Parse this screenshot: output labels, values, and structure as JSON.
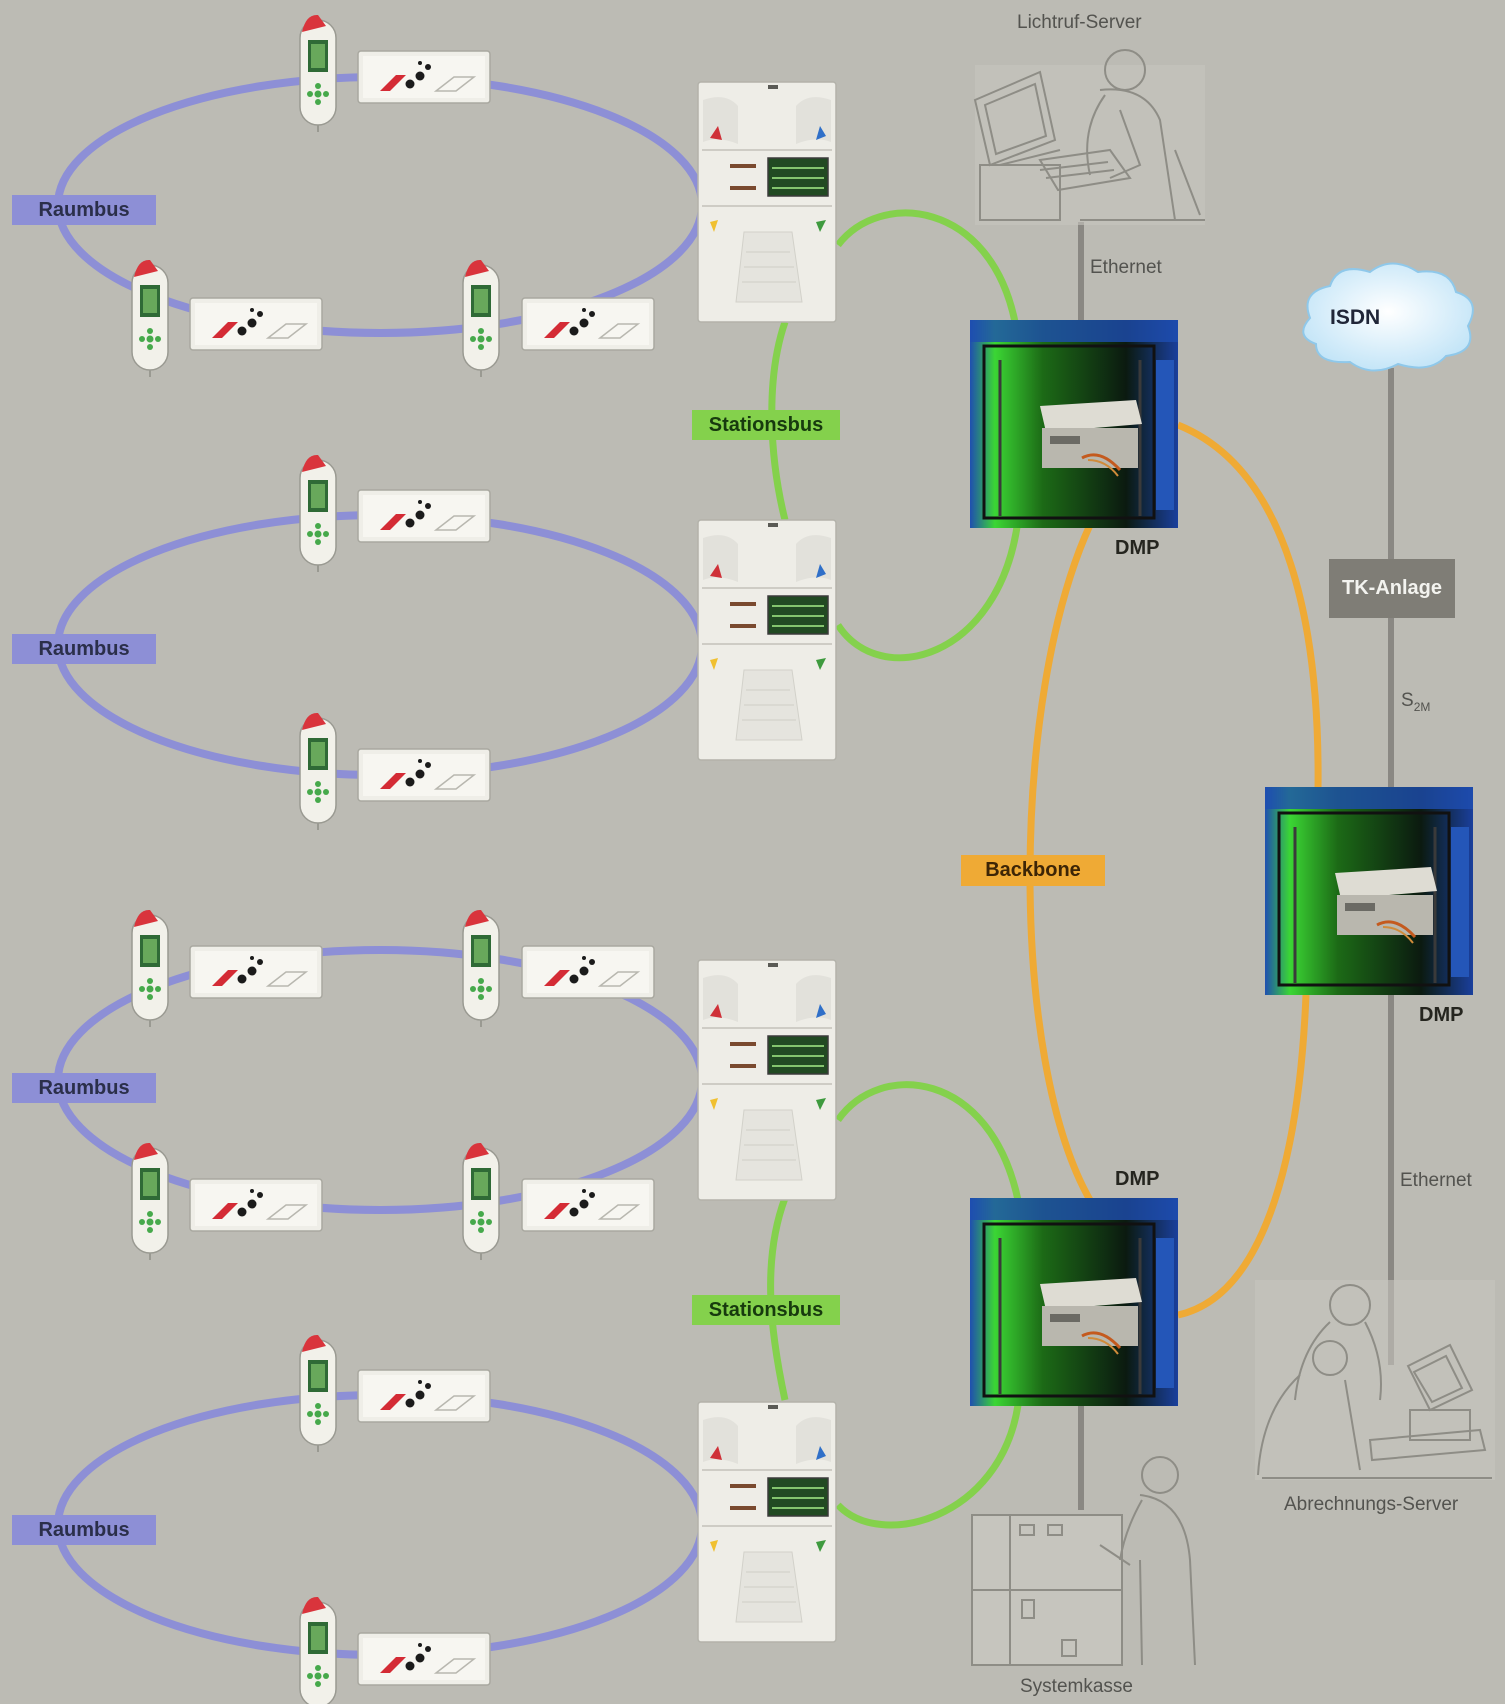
{
  "labels": {
    "raumbus": "Raumbus",
    "stationsbus": "Stationsbus",
    "backbone": "Backbone",
    "dmp": "DMP",
    "ethernet": "Ethernet",
    "isdn": "ISDN",
    "tk_anlage": "TK-Anlage",
    "s2m_main": "S",
    "s2m_sub": "2M",
    "lichtruf_server": "Lichtruf-Server",
    "abrechnungs_server": "Abrechnungs-Server",
    "systemkasse": "Systemkasse"
  },
  "colors": {
    "background": "#bcbbb4",
    "raumbus": "#8d8fd6",
    "stationsbus": "#84d14c",
    "backbone": "#efaa35",
    "ethernet": "#8a8883"
  },
  "icons": [
    "handset-icon",
    "wall-terminal-icon",
    "station-cabinet-icon",
    "dmp-rack-icon",
    "isdn-cloud-icon",
    "operator-workstation-icon"
  ]
}
